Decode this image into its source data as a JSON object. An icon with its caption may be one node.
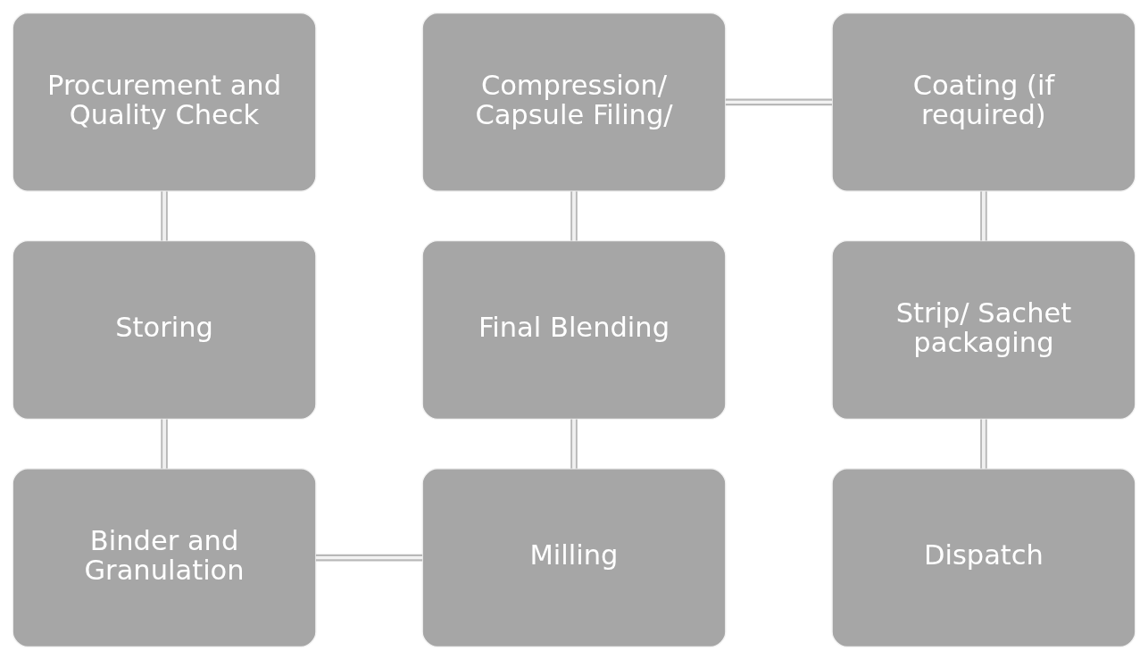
{
  "diagram": {
    "nodes": [
      {
        "text": [
          "Procurement and Quality Check"
        ]
      },
      {
        "text": [
          "Storing"
        ]
      },
      {
        "text": [
          "Binder and Granulation"
        ]
      },
      {
        "text": [
          "Milling"
        ]
      },
      {
        "text": [
          "Final Blending"
        ]
      },
      {
        "text": [
          "Compression/ Capsule Filing/"
        ]
      },
      {
        "text": [
          "Coating (if required)"
        ]
      },
      {
        "text": [
          "Strip/ Sachet packaging"
        ]
      },
      {
        "text": [
          "Dispatch"
        ]
      }
    ],
    "edges": [
      {
        "from": 0,
        "to": 1,
        "arrow": "none"
      },
      {
        "from": 1,
        "to": 2,
        "arrow": "none"
      },
      {
        "from": 2,
        "to": 3,
        "arrow": "none"
      },
      {
        "from": 3,
        "to": 4,
        "arrow": "none"
      },
      {
        "from": 4,
        "to": 5,
        "arrow": "none"
      },
      {
        "from": 5,
        "to": 6,
        "arrow": "none"
      },
      {
        "from": 6,
        "to": 7,
        "arrow": "none"
      },
      {
        "from": 7,
        "to": 8,
        "arrow": "none"
      }
    ]
  }
}
